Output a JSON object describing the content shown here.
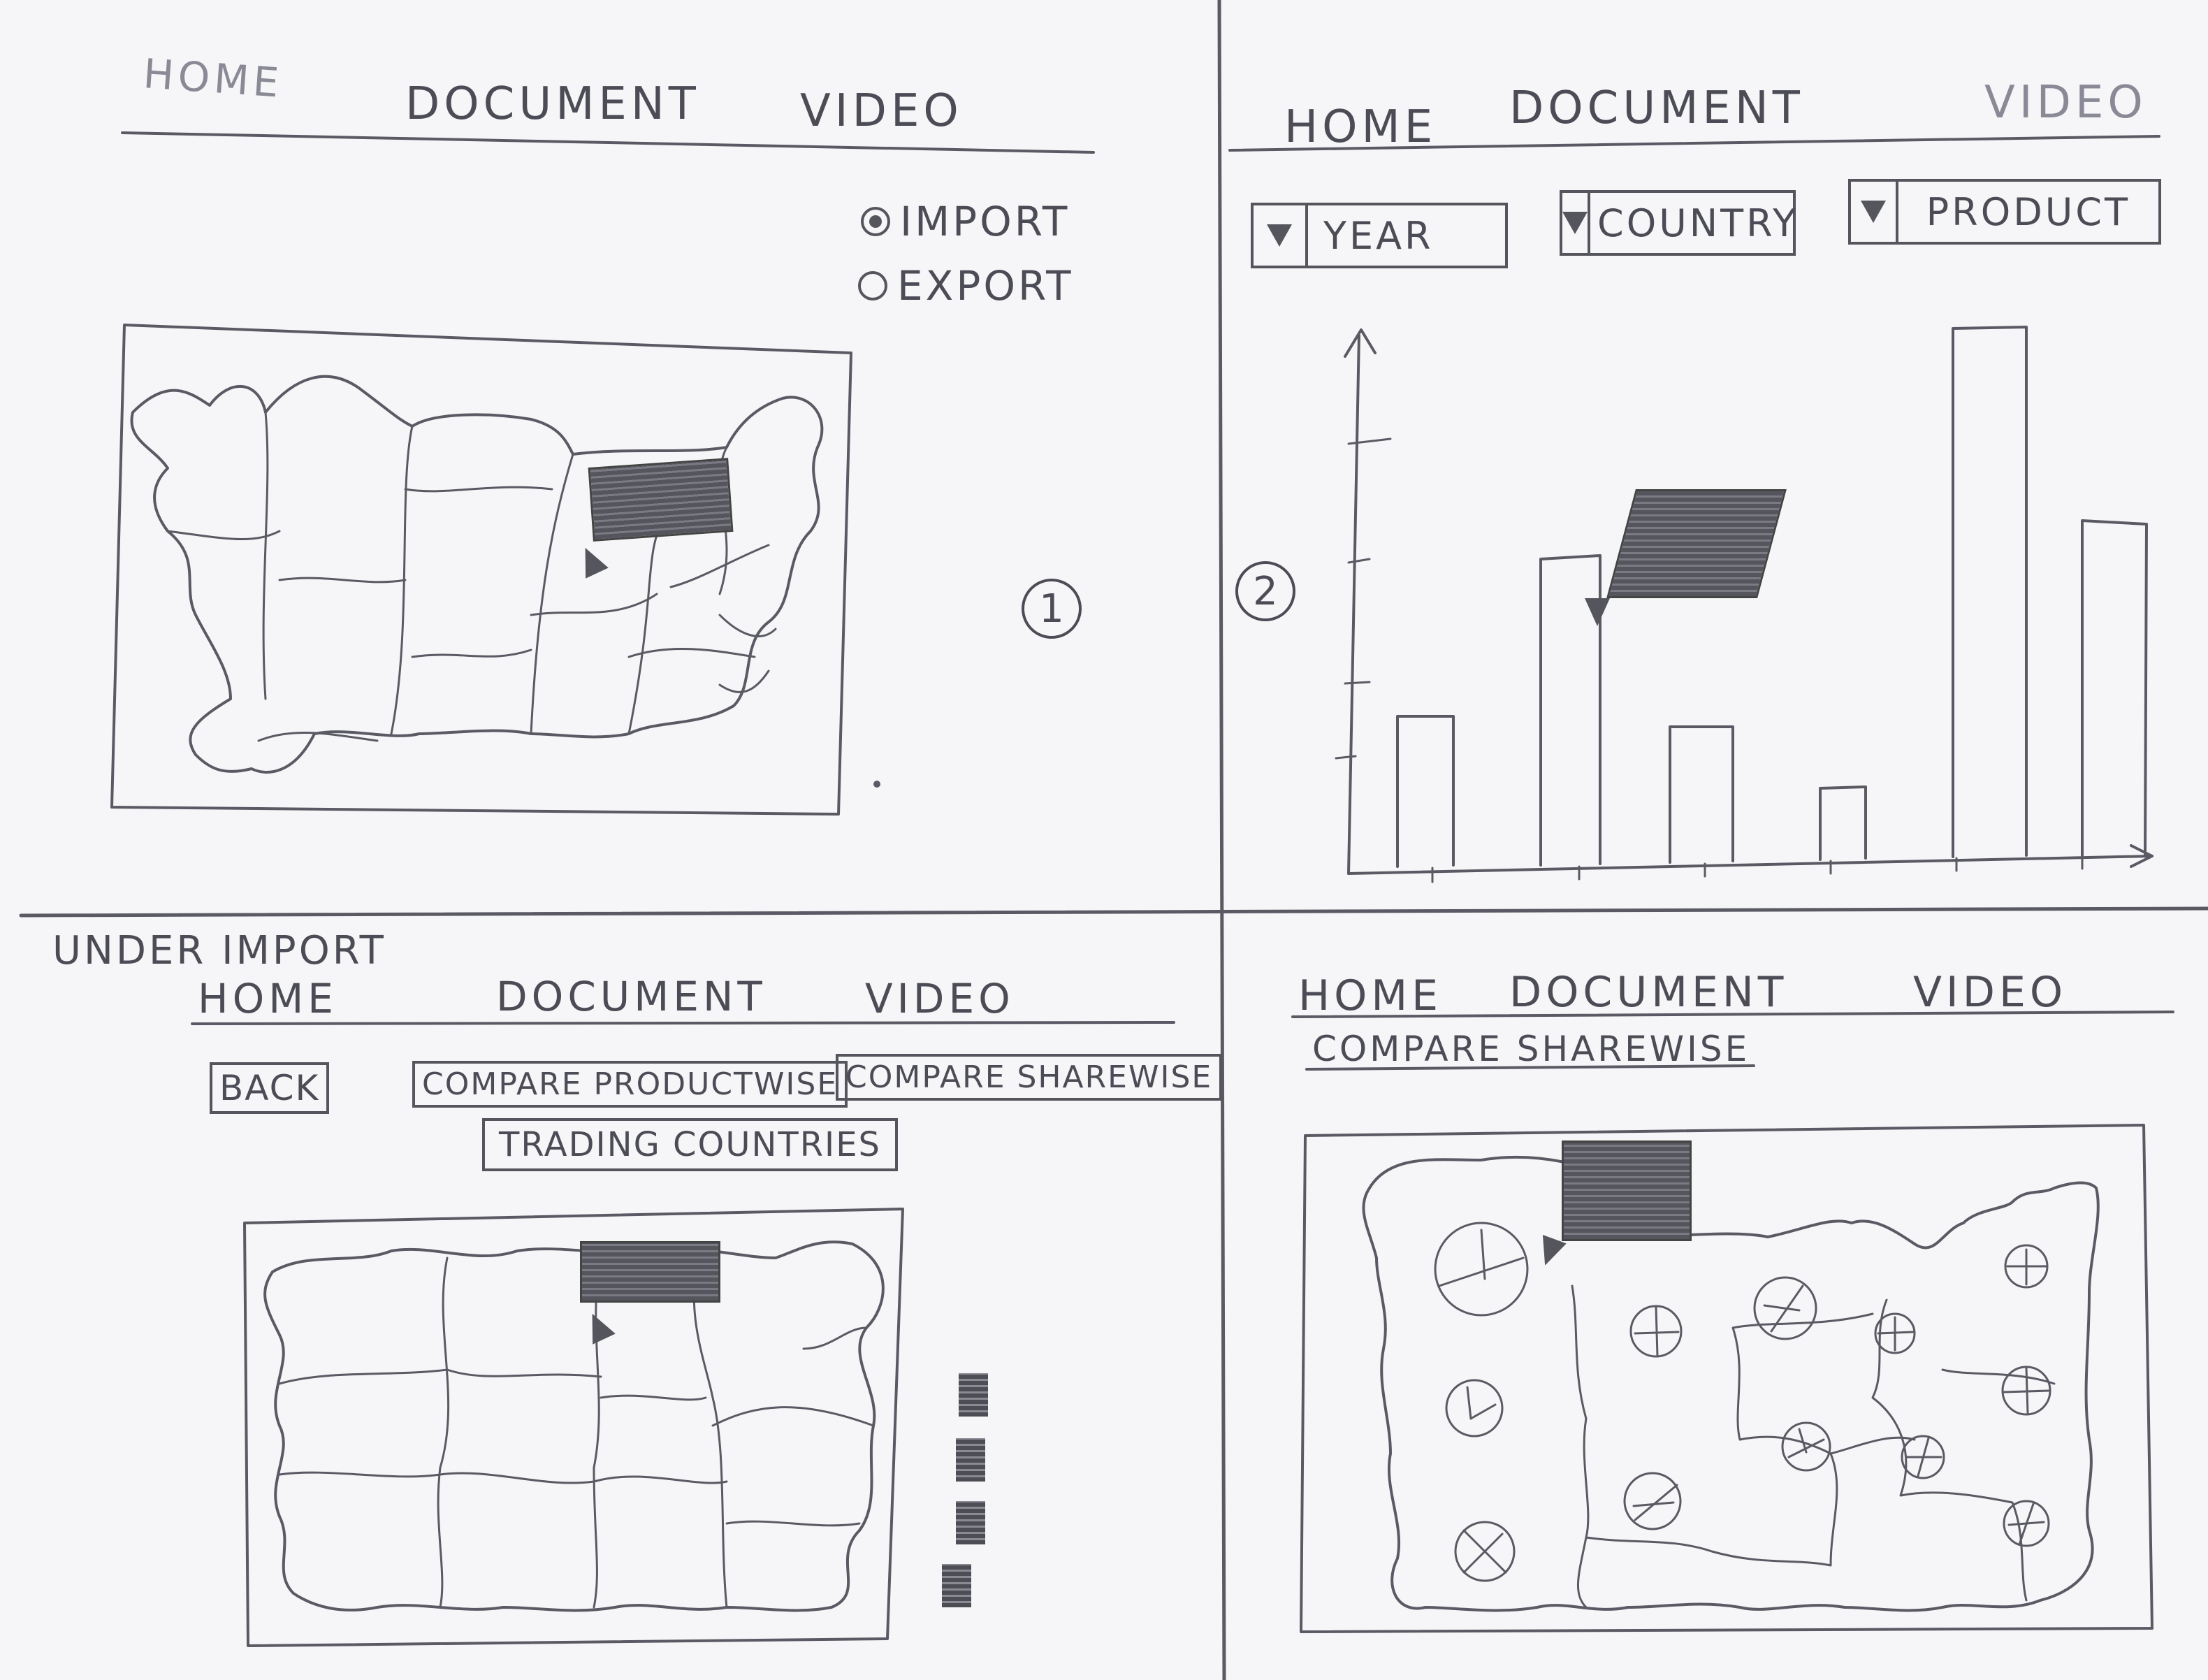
{
  "colors": {
    "pencil": "#55555e",
    "paper": "#f6f6f8"
  },
  "panels": {
    "p1": {
      "number": "1",
      "nav": [
        "HOME",
        "DOCUMENT",
        "VIDEO"
      ],
      "radio": [
        {
          "label": "IMPORT",
          "selected": true
        },
        {
          "label": "EXPORT",
          "selected": false
        }
      ]
    },
    "p2": {
      "number": "2",
      "nav": [
        "HOME",
        "DOCUMENT",
        "VIDEO"
      ],
      "filters": [
        "YEAR",
        "COUNTRY",
        "PRODUCT"
      ]
    },
    "p3": {
      "caption": "UNDER IMPORT",
      "nav": [
        "HOME",
        "DOCUMENT",
        "VIDEO"
      ],
      "buttons": {
        "back": "BACK",
        "compare_product": "COMPARE PRODUCTWISE",
        "compare_share": "COMPARE SHAREWISE",
        "trading": "TRADING COUNTRIES"
      },
      "legend_swatches": 4
    },
    "p4": {
      "nav": [
        "HOME",
        "DOCUMENT",
        "VIDEO"
      ],
      "heading": "COMPARE SHAREWISE"
    }
  },
  "icons": [
    "cursor-icon",
    "dropdown-arrow-icon",
    "radio-icon",
    "pie-marker-icon"
  ]
}
